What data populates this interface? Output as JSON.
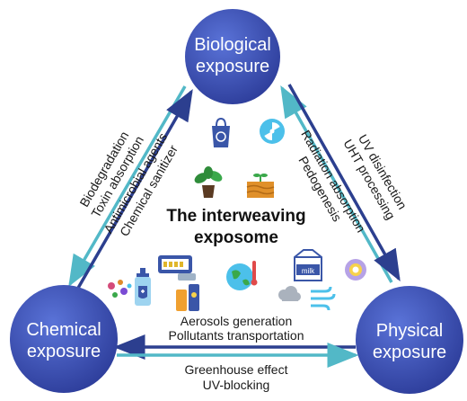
{
  "title": [
    "The interweaving",
    "exposome"
  ],
  "nodes": {
    "biological": [
      "Biological",
      "exposure"
    ],
    "chemical": [
      "Chemical",
      "exposure"
    ],
    "physical": [
      "Physical",
      "exposure"
    ]
  },
  "edges": {
    "left_outer": [
      "Biodegradation",
      "Toxin absorption"
    ],
    "left_inner": [
      "Antimicrobial agents",
      "Chemical sanitizer"
    ],
    "right_outer": [
      "UV disinfection",
      "UHT processing"
    ],
    "right_inner": [
      "Radiation absorption",
      "Pedogenesis"
    ],
    "bottom_inner": [
      "Aerosols generation",
      "Pollutants transportation"
    ],
    "bottom_outer": [
      "Greenhouse effect",
      "UV-blocking"
    ]
  },
  "icons": {
    "milk_label": "milk"
  },
  "colors": {
    "node_fill": "#3a4fb0",
    "arrow_teal": "#52b8c7",
    "arrow_navy": "#2c3f8f"
  }
}
